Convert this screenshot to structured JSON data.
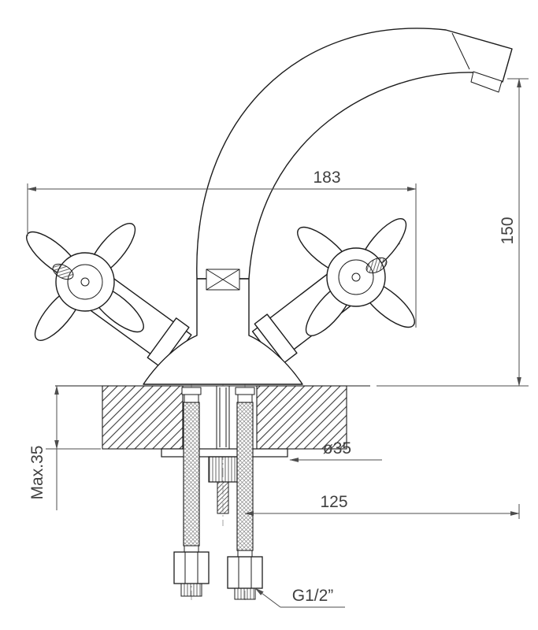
{
  "page": {
    "background_color": "#ffffff"
  },
  "drawing": {
    "colors": {
      "outline": "#1c1c1c",
      "dimension": "#4d4d4d",
      "centerline": "#8c8c8c",
      "hatch": "#3a3a3a"
    },
    "dimension_labels": {
      "width_overall": "183",
      "height_spout": "150",
      "hole_diameter": "ø35",
      "offset_bottom": "125",
      "max_deck_thickness": "Max.35",
      "thread": "G1/2”"
    }
  }
}
